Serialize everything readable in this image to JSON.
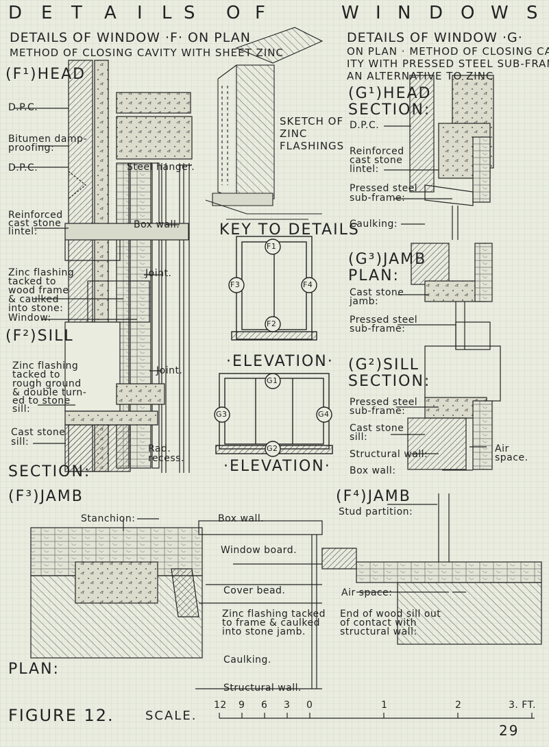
{
  "banner": [
    "D",
    "E",
    "T",
    "A",
    "I",
    "L",
    "S",
    "O",
    "F",
    "W",
    "I",
    "N",
    "D",
    "O",
    "W",
    "S"
  ],
  "left_title": {
    "line1": "DETAILS OF WINDOW ·F· ON PLAN",
    "line2": "METHOD OF CLOSING CAVITY WITH SHEET ZINC"
  },
  "right_title": {
    "line1": "DETAILS OF WINDOW ·G·",
    "line2": "ON PLAN · METHOD OF CLOSING CAV-",
    "line3": "ITY WITH PRESSED STEEL SUB-FRAMES AS",
    "line4": "AN ALTERNATIVE TO ZINC"
  },
  "left_labels": {
    "f1_head": "(F¹)HEAD",
    "dpc1": "D.P.C.",
    "bitumen": "Bitumen damp-",
    "proofing": "proofing:",
    "steel_hanger": "Steel hanger.",
    "dpc2": "D.P.C.",
    "box_wall": "Box wall.",
    "reinforced": "Reinforced",
    "cast_stone": "cast stone",
    "lintel": "lintel:",
    "zinc1": "Zinc flashing",
    "tacked1": "tacked to",
    "wood_frame": "wood frame",
    "caulked": "& caulked",
    "into_stone": "into stone:",
    "joint1": "Joint.",
    "window": "Window:",
    "f2_sill": "(F²)SILL",
    "zinc2": "Zinc flashing",
    "tacked2": "tacked to",
    "rough": "rough ground",
    "double": "& double turn-",
    "ed_to": "ed to stone",
    "sill": "sill:",
    "joint2": "Joint.",
    "cast_stone2": "Cast stone",
    "sill2": "sill:",
    "rad": "Rad.",
    "recess": "recess.",
    "section": "SECTION:"
  },
  "center": {
    "sketch": "SKETCH OF",
    "zinc": "ZINC",
    "flashings": "FLASHINGS",
    "key": "KEY TO DETAILS",
    "elev1": "·ELEVATION·",
    "elev2": "·ELEVATION·",
    "f1": "F1",
    "f2": "F2",
    "f3": "F3",
    "f4": "F4",
    "g1": "G1",
    "g2": "G2",
    "g3": "G3",
    "g4": "G4"
  },
  "right_labels": {
    "g1_head": "(G¹)HEAD",
    "section": "SECTION:",
    "dpc": "D.P.C.",
    "reinforced": "Reinforced",
    "cast_stone": "cast stone",
    "lintel": "lintel:",
    "pressed1": "Pressed steel",
    "subframe1": "sub-frame:",
    "caulking": "Caulking:",
    "g3_jamb": "(G³)JAMB",
    "plan": "PLAN:",
    "cast_stone_j": "Cast stone",
    "jamb": "jamb:",
    "pressed2": "Pressed steel",
    "subframe2": "sub-frame:",
    "g2_sill": "(G²)SILL",
    "section2": "SECTION:",
    "pressed3": "Pressed steel",
    "subframe3": "sub-frame:",
    "cast_stone_s": "Cast stone",
    "sill": "sill:",
    "structural": "Structural wall:",
    "air": "Air",
    "space": "space.",
    "box_wall": "Box wall:"
  },
  "bottom": {
    "f3_jamb": "(F³)JAMB",
    "stanchion": "Stanchion:",
    "box_wall": "Box wall.",
    "window_board": "Window board.",
    "cover_bead": "Cover bead.",
    "zinc1": "Zinc flashing tacked",
    "zinc2": "to frame & caulked",
    "zinc3": "into stone jamb.",
    "caulking": "Caulking.",
    "plan": "PLAN:",
    "structural": "Structural wall.",
    "f4_jamb": "(F⁴)JAMB",
    "stud": "Stud partition:",
    "air_space": "Air space:",
    "end1": "End of wood sill out",
    "end2": "of contact with",
    "end3": "structural wall:"
  },
  "footer": {
    "figure": "FIGURE 12.",
    "scale": "SCALE.",
    "ticks": [
      "12",
      "9",
      "6",
      "3",
      "0",
      "1",
      "2",
      "3. FT."
    ],
    "page": "29"
  }
}
